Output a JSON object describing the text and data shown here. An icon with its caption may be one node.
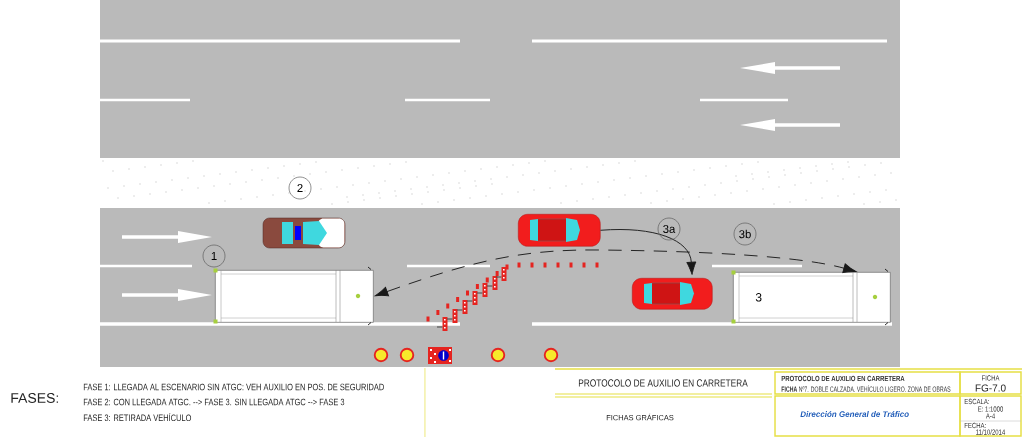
{
  "diagram": {
    "nodes": [
      {
        "text": [],
        "shape": "picture"
      },
      {
        "text": [],
        "shape": "picture"
      },
      {
        "text": [],
        "shape": "picture"
      },
      {
        "text": [
          "3"
        ]
      }
    ],
    "edges": [
      {
        "from": 1,
        "to": 2,
        "arrow": "to"
      },
      {
        "from": 0,
        "to": 3,
        "arrow": "both",
        "style": "dashed"
      }
    ],
    "labels": [
      "2",
      "1",
      "3a",
      "3b",
      "FASES:",
      "FASE 1: LLEGADA AL ESCENARIO SIN ATGC: VEH AUXILIO EN POS. DE SEGURIDAD",
      "FASE 2: CON LLEGADA ATGC. --> FASE 3. SIN LLEGADA ATGC --> FASE 3",
      "FASE 3: RETIRADA VEHÍCULO",
      "PROTOCOLO DE AUXILIO EN CARRETERA",
      "PROTOCOLO DE AUXILIO EN CARRETERA",
      "**FICHA** Nº7. DOBLE CALZADA. VEHÍCULO LIGERO. ZONA DE OBRAS",
      "FICHA",
      "FG-7.0",
      "FICHAS GRÁFICAS",
      "Dirección General de Tráfico",
      "ESCALA:",
      "E: 1:1000",
      "A-4",
      "FECHA:",
      "11/10/2014"
    ]
  }
}
